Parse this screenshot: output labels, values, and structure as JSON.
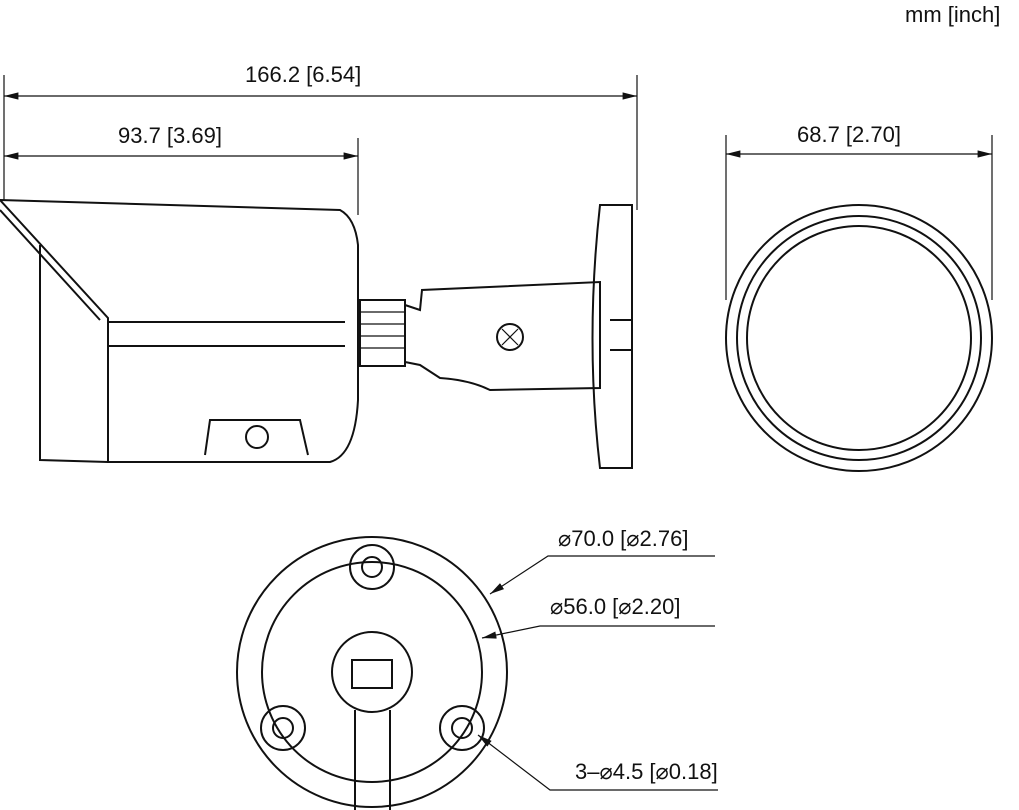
{
  "units_label": "mm [inch]",
  "dimensions": {
    "total_length": "166.2 [6.54]",
    "housing_length": "93.7 [3.69]",
    "front_width": "68.7 [2.70]",
    "base_outer_diameter": "⌀70.0 [⌀2.76]",
    "base_inner_diameter": "⌀56.0 [⌀2.20]",
    "mount_holes": "3–⌀4.5 [⌀0.18]"
  }
}
